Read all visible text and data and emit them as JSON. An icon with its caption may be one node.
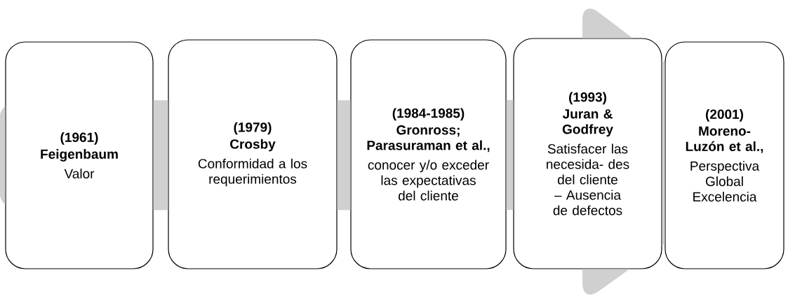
{
  "diagram": {
    "nodes": [
      {
        "text": [
          "(1961)",
          "Feigenbaum",
          "Valor"
        ]
      },
      {
        "text": [
          "(1979)",
          "Crosby",
          "Conformidad a los requerimientos"
        ]
      },
      {
        "text": [
          "(1984-1985)",
          "Gronross; Parasuraman et al.,",
          "conocer y/o exceder las expectativas del cliente"
        ]
      },
      {
        "text": [
          "(1993)",
          "Juran & Godfrey",
          "Satisfacer las necesida- des del cliente – Ausencia de defectos"
        ]
      },
      {
        "text": [
          "(2001)",
          "Moreno-Luzón et al.,",
          "Perspectiva Global Excelencia"
        ]
      }
    ],
    "edges": [
      {
        "from": 0,
        "to": 4,
        "arrow": "to"
      }
    ]
  }
}
